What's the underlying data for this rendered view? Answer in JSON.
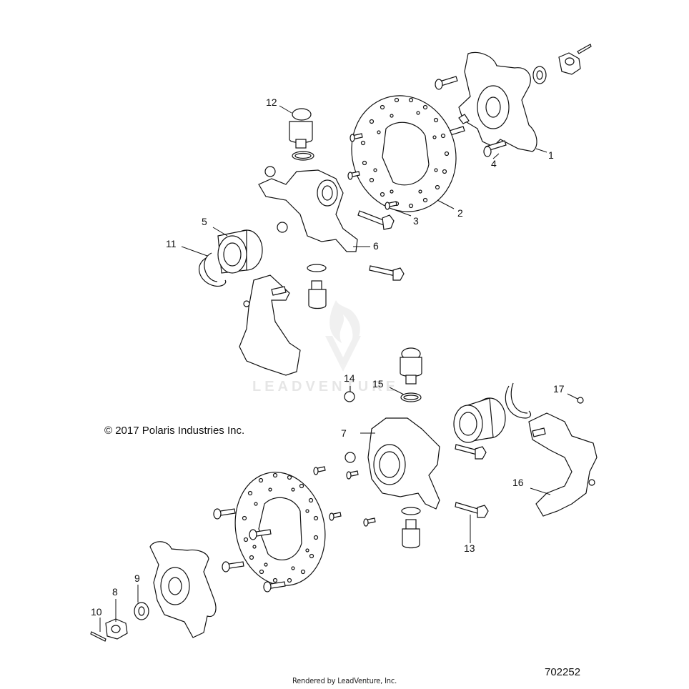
{
  "copyright": "© 2017 Polaris Industries Inc.",
  "rendered_by": "Rendered by LeadVenture, Inc.",
  "drawing_number": "702252",
  "watermark": "LEADVENTURE",
  "callouts": [
    "1",
    "2",
    "3",
    "4",
    "5",
    "6",
    "7",
    "8",
    "9",
    "10",
    "11",
    "12",
    "13",
    "14",
    "15",
    "16",
    "17"
  ]
}
